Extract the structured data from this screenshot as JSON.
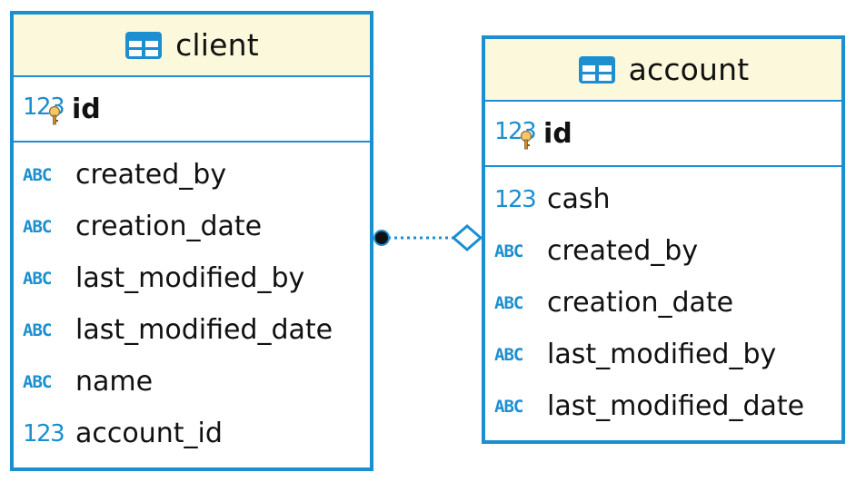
{
  "colors": {
    "border": "#1b8fd0",
    "header_bg": "#fbf8dc",
    "type_icon": "#1b8fd0",
    "text": "#111111",
    "key_icon": "#e0901e"
  },
  "entities": [
    {
      "title": "client",
      "icon": "table-icon",
      "pk": {
        "type_label": "123",
        "name": "id",
        "icon": "primary-key-icon"
      },
      "columns": [
        {
          "type_label": "ABC",
          "type": "text",
          "name": "created_by"
        },
        {
          "type_label": "ABC",
          "type": "text",
          "name": "creation_date"
        },
        {
          "type_label": "ABC",
          "type": "text",
          "name": "last_modified_by"
        },
        {
          "type_label": "ABC",
          "type": "text",
          "name": "last_modified_date"
        },
        {
          "type_label": "ABC",
          "type": "text",
          "name": "name"
        },
        {
          "type_label": "123",
          "type": "numeric",
          "name": "account_id"
        }
      ]
    },
    {
      "title": "account",
      "icon": "table-icon",
      "pk": {
        "type_label": "123",
        "name": "id",
        "icon": "primary-key-icon"
      },
      "columns": [
        {
          "type_label": "123",
          "type": "numeric",
          "name": "cash"
        },
        {
          "type_label": "ABC",
          "type": "text",
          "name": "created_by"
        },
        {
          "type_label": "ABC",
          "type": "text",
          "name": "creation_date"
        },
        {
          "type_label": "ABC",
          "type": "text",
          "name": "last_modified_by"
        },
        {
          "type_label": "ABC",
          "type": "text",
          "name": "last_modified_date"
        }
      ]
    }
  ],
  "relationship": {
    "from": "client",
    "to": "account",
    "style": "dotted",
    "from_end": "filled-circle",
    "to_end": "hollow-diamond"
  }
}
